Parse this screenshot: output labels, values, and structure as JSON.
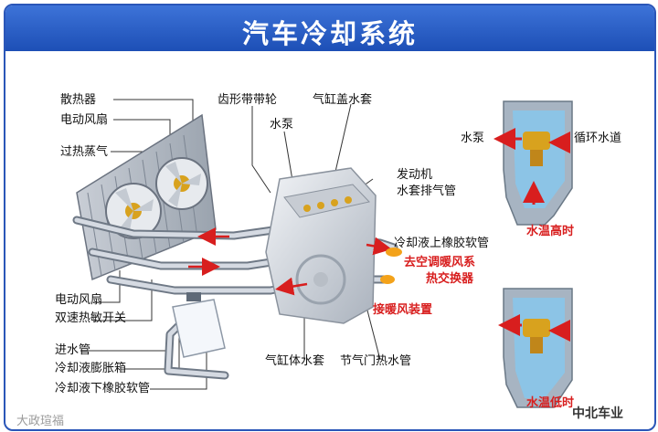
{
  "title": "汽车冷却系统",
  "labels": {
    "radiator": "散热器",
    "electric_fan": "电动风扇",
    "overheated_steam": "过热蒸气",
    "timing_belt_pulley": "齿形带带轮",
    "cylinder_head_jacket": "气缸盖水套",
    "water_pump": "水泵",
    "engine_jacket_vent_line1": "发动机",
    "engine_jacket_vent_line2": "水套排气管",
    "coolant_upper_hose": "冷却液上橡胶软管",
    "to_ac_heater_line1": "去空调暖风系",
    "to_ac_heater_line2": "热交换器",
    "heater_connection": "接暖风装置",
    "fan_switch_line1": "电动风扇",
    "fan_switch_line2": "双速热敏开关",
    "inlet_pipe": "进水管",
    "expansion_tank": "冷却液膨胀箱",
    "coolant_lower_hose": "冷却液下橡胶软管",
    "cylinder_block_jacket": "气缸体水套",
    "throttle_hot_water_pipe": "节气门热水管",
    "inset_water_pump": "水泵",
    "circulation_channel": "循环水道",
    "high_temp": "水温高时",
    "low_temp": "水温低时"
  },
  "watermarks": {
    "left": "大政瑄福",
    "right": "中北车业"
  },
  "colors": {
    "banner": "#2a5cc4",
    "pipe": "#8d98a6",
    "arrow": "#d81e1e",
    "water": "#8cc4e6",
    "thermostat": "#d8a21e"
  }
}
